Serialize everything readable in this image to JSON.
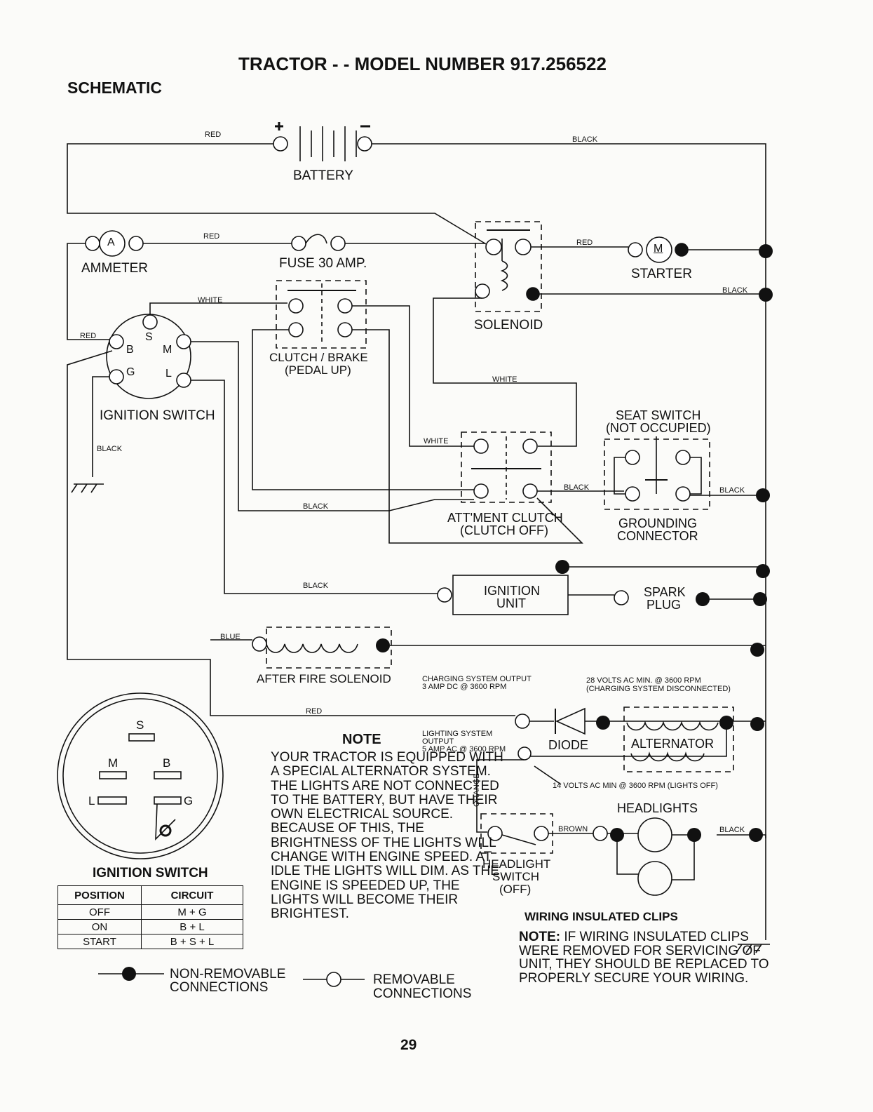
{
  "header": {
    "title": "TRACTOR - - MODEL NUMBER 917.256522",
    "subtitle": "SCHEMATIC"
  },
  "components": {
    "battery": "BATTERY",
    "ammeter": "AMMETER",
    "ammeter_symbol": "A",
    "fuse": "FUSE 30 AMP.",
    "solenoid": "SOLENOID",
    "starter": "STARTER",
    "starter_symbol": "M",
    "clutch_brake_line1": "CLUTCH / BRAKE",
    "clutch_brake_line2": "(PEDAL UP)",
    "ignition_switch": "IGNITION SWITCH",
    "seat_switch_line1": "SEAT SWITCH",
    "seat_switch_line2": "(NOT OCCUPIED)",
    "attachment_clutch_line1": "ATT'MENT CLUTCH",
    "attachment_clutch_line2": "(CLUTCH OFF)",
    "grounding_connector_line1": "GROUNDING",
    "grounding_connector_line2": "CONNECTOR",
    "ignition_unit_line1": "IGNITION",
    "ignition_unit_line2": "UNIT",
    "spark_plug_line1": "SPARK",
    "spark_plug_line2": "PLUG",
    "after_fire_solenoid": "AFTER FIRE SOLENOID",
    "diode": "DIODE",
    "alternator": "ALTERNATOR",
    "headlights": "HEADLIGHTS",
    "headlight_switch_line1": "HEADLIGHT",
    "headlight_switch_line2": "SWITCH",
    "headlight_switch_line3": "(OFF)"
  },
  "switch_terminals": [
    "S",
    "B",
    "M",
    "G",
    "L"
  ],
  "wires": {
    "red": "RED",
    "black": "BLACK",
    "white": "WHITE",
    "blue": "BLUE",
    "orange": "ORANGE",
    "brown": "BROWN"
  },
  "specs": {
    "charging_output_line1": "CHARGING SYSTEM OUTPUT",
    "charging_output_line2": "3 AMP DC @ 3600 RPM",
    "ac_min_line1": "28 VOLTS AC MIN. @ 3600 RPM",
    "ac_min_line2": "(CHARGING SYSTEM DISCONNECTED)",
    "lighting_output_line1": "LIGHTING SYSTEM",
    "lighting_output_line2": "OUTPUT",
    "lighting_output_line3": "5 AMP AC @ 3600 RPM",
    "lights_off": "14 VOLTS AC MIN @ 3600 RPM (LIGHTS OFF)"
  },
  "note": {
    "heading": "NOTE",
    "body": "YOUR TRACTOR IS EQUIPPED WITH A SPECIAL ALTERNATOR SYSTEM. THE LIGHTS ARE NOT CONNECTED TO THE BATTERY, BUT HAVE THEIR OWN ELECTRICAL SOURCE. BECAUSE OF THIS, THE BRIGHTNESS OF THE LIGHTS WILL CHANGE WITH ENGINE SPEED. AT IDLE THE LIGHTS WILL DIM. AS THE ENGINE IS SPEEDED UP, THE LIGHTS WILL BECOME THEIR BRIGHTEST."
  },
  "ignition_table": {
    "caption": "IGNITION SWITCH",
    "headers": [
      "POSITION",
      "CIRCUIT"
    ],
    "rows": [
      [
        "OFF",
        "M + G"
      ],
      [
        "ON",
        "B + L"
      ],
      [
        "START",
        "B + S + L"
      ]
    ]
  },
  "legend": {
    "non_removable_line1": "NON-REMOVABLE",
    "non_removable_line2": "CONNECTIONS",
    "removable_line1": "REMOVABLE",
    "removable_line2": "CONNECTIONS"
  },
  "clips": {
    "heading": "WIRING INSULATED CLIPS",
    "note_label": "NOTE:",
    "body": "IF WIRING INSULATED CLIPS WERE REMOVED FOR SERVICING OF UNIT, THEY SHOULD BE REPLACED TO PROPERLY SECURE YOUR WIRING."
  },
  "page_number": "29"
}
